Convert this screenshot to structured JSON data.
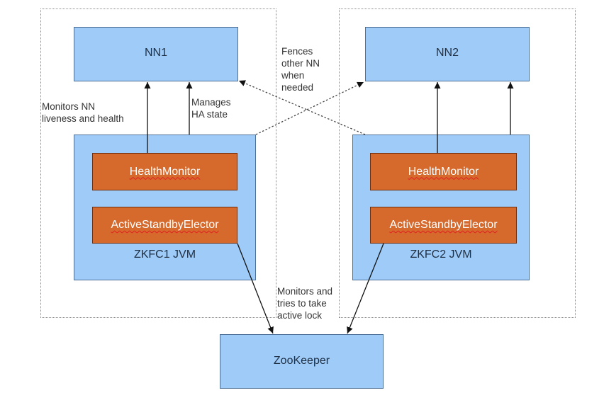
{
  "left": {
    "nn_label": "NN1",
    "health_monitor": "HealthMonitor",
    "elector": "ActiveStandbyElector",
    "jvm_label": "ZKFC1 JVM"
  },
  "right": {
    "nn_label": "NN2",
    "health_monitor": "HealthMonitor",
    "elector": "ActiveStandbyElector",
    "jvm_label": "ZKFC2 JVM"
  },
  "zookeeper_label": "ZooKeeper",
  "annotations": {
    "monitors_nn": "Monitors NN\nliveness and health",
    "manages_ha": "Manages\nHA state",
    "fences": "Fences\nother NN\nwhen\nneeded",
    "monitors_lock": "Monitors and\ntries to take\nactive lock"
  },
  "colors": {
    "box_fill": "#9ecbf7",
    "box_border": "#4d6f96",
    "component_fill": "#d6692c",
    "component_border": "#6e2f0f",
    "arrow": "#111111"
  }
}
